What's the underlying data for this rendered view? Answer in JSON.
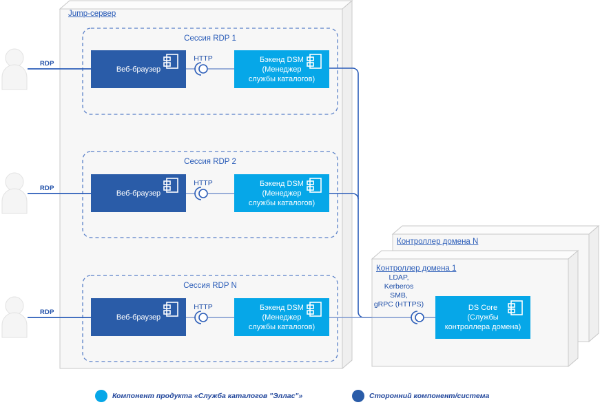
{
  "diagram": {
    "title_node": "Jump-сервер",
    "colors": {
      "product_component": "#06A7E8",
      "third_party_component": "#2A5CA8",
      "node_fill": "#F7F7F7",
      "node_stroke": "#C9C9C9",
      "line": "#7A96CE",
      "text_blue": "#1F4FA8",
      "legend_text": "#21469B"
    }
  },
  "actors": [
    {
      "name": "actor-1",
      "link_label": "RDP"
    },
    {
      "name": "actor-2",
      "link_label": "RDP"
    },
    {
      "name": "actor-3",
      "link_label": "RDP"
    }
  ],
  "sessions": [
    {
      "title": "Сессия RDP 1",
      "browser": {
        "label": "Веб-браузер",
        "icon": "component-icon"
      },
      "interface": {
        "label": "HTTP",
        "icon": "ball-and-socket-icon"
      },
      "backend": {
        "label_lines": [
          "Бэкенд DSM",
          "(Менеджер",
          "службы каталогов)"
        ],
        "icon": "component-icon"
      }
    },
    {
      "title": "Сессия RDP 2",
      "browser": {
        "label": "Веб-браузер",
        "icon": "component-icon"
      },
      "interface": {
        "label": "HTTP",
        "icon": "ball-and-socket-icon"
      },
      "backend": {
        "label_lines": [
          "Бэкенд DSM",
          "(Менеджер",
          "службы каталогов)"
        ],
        "icon": "component-icon"
      }
    },
    {
      "title": "Сессия RDP N",
      "browser": {
        "label": "Веб-браузер",
        "icon": "component-icon"
      },
      "interface": {
        "label": "HTTP",
        "icon": "ball-and-socket-icon"
      },
      "backend": {
        "label_lines": [
          "Бэкенд DSM",
          "(Менеджер",
          "службы каталогов)"
        ],
        "icon": "component-icon"
      }
    }
  ],
  "domain_controllers": {
    "back_title": "Контроллер домена N",
    "front_title": "Контроллер домена 1",
    "protocols": [
      "LDAP,",
      "Kerberos",
      "SMB,",
      "gRPC (HTTPS)"
    ],
    "interface_icon": "ball-and-socket-icon",
    "core": {
      "label_lines": [
        "DS Core",
        "(Службы",
        "контроллера домена)"
      ],
      "icon": "component-icon"
    }
  },
  "legend": [
    {
      "swatch": "#06A7E8",
      "text": "Компонент продукта «Служба каталогов \"Эллас\"»"
    },
    {
      "swatch": "#2A5CA8",
      "text": "Сторонний компонент/система"
    }
  ]
}
